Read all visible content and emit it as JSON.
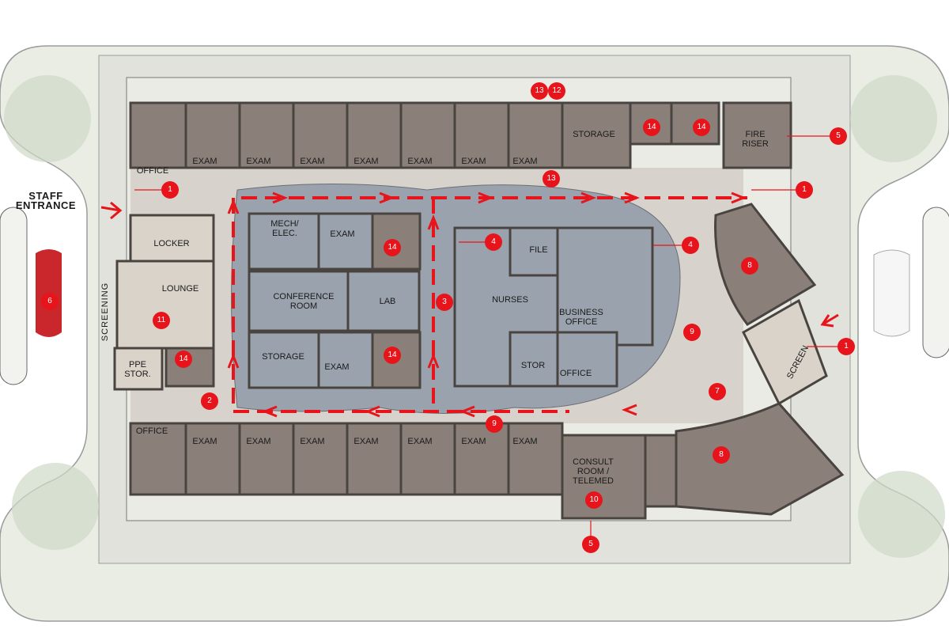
{
  "labels": {
    "staff_entrance": "STAFF\nENTRANCE",
    "screening": "SCREENING",
    "office_tl": "OFFICE",
    "office_bl": "OFFICE",
    "exam": "EXAM",
    "storage_top": "STORAGE",
    "fire_riser": "FIRE\nRISER",
    "locker": "LOCKER",
    "lounge": "LOUNGE",
    "ppe": "PPE\nSTOR.",
    "mech": "MECH/\nELEC.",
    "conference": "CONFERENCE\nROOM",
    "lab": "LAB",
    "storage_mid": "STORAGE",
    "nurses": "NURSES",
    "file": "FILE",
    "business": "BUSINESS\nOFFICE",
    "stor": "STOR",
    "office_mid": "OFFICE",
    "consult": "CONSULT\nROOM /\nTELEMED",
    "screen": "SCREEN"
  },
  "tags": {
    "t1a": "1",
    "t1b": "1",
    "t1c": "1",
    "t2": "2",
    "t3": "3",
    "t4a": "4",
    "t4b": "4",
    "t5a": "5",
    "t5b": "5",
    "t6": "6",
    "t7": "7",
    "t8a": "8",
    "t8b": "8",
    "t9a": "9",
    "t9b": "9",
    "t10": "10",
    "t11": "11",
    "t12": "12",
    "t13a": "13",
    "t13b": "13",
    "t14a": "14",
    "t14b": "14",
    "t14c": "14",
    "t14d": "14",
    "t14e": "14"
  },
  "colors": {
    "room_fill": "#8a8079",
    "corridor_fill": "#d7d3cc",
    "core_fill": "#9aa3ad",
    "lawn": "#e9ede4",
    "route": "#e8141b",
    "wall": "#4a4441"
  }
}
